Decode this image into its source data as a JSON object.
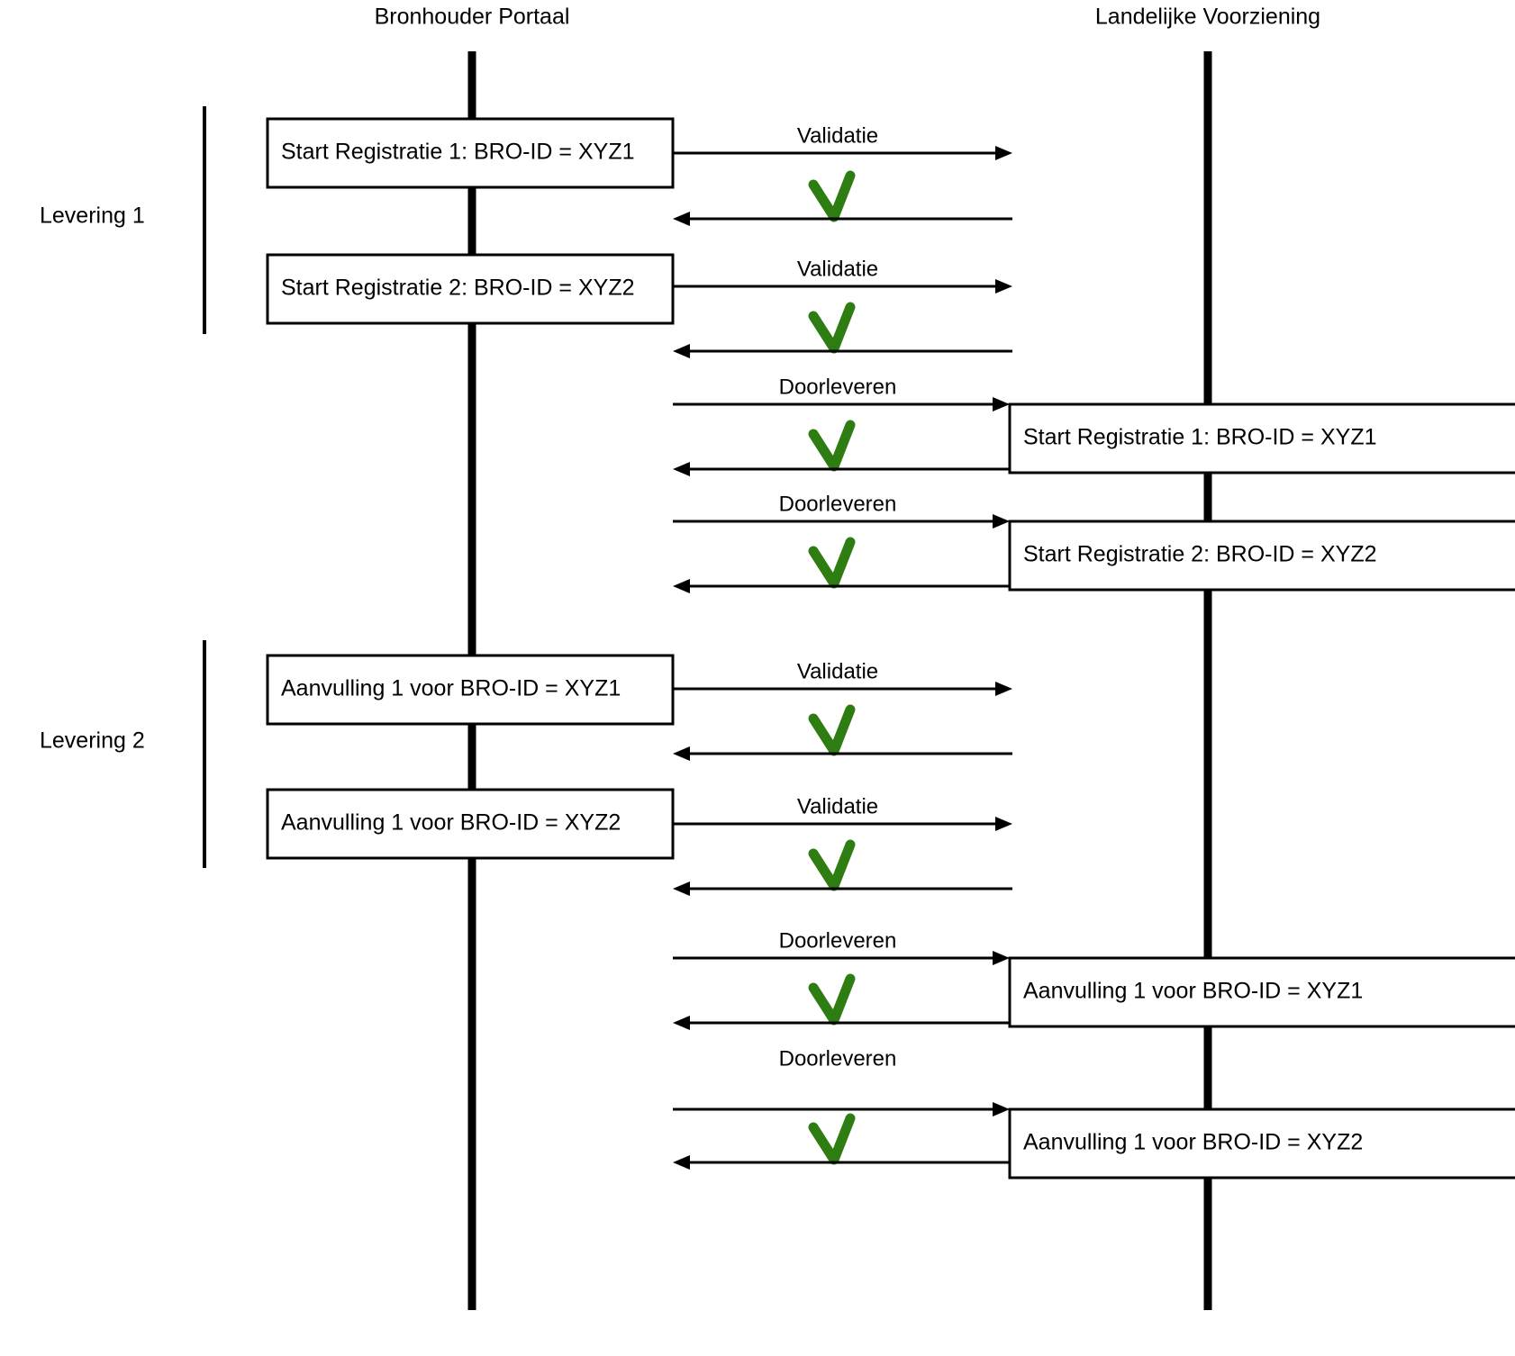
{
  "diagram": {
    "type": "sequence-diagram",
    "title_left": "Bronhouder Portaal",
    "title_right": "Landelijke Voorziening",
    "groups": [
      {
        "id": "levering-1",
        "label": "Levering 1"
      },
      {
        "id": "levering-2",
        "label": "Levering 2"
      }
    ],
    "left_boxes": [
      {
        "id": "lb1",
        "text": "Start Registratie 1: BRO-ID = XYZ1"
      },
      {
        "id": "lb2",
        "text": "Start Registratie 2: BRO-ID = XYZ2"
      },
      {
        "id": "lb3",
        "text": "Aanvulling 1 voor BRO-ID = XYZ1"
      },
      {
        "id": "lb4",
        "text": "Aanvulling 1 voor BRO-ID = XYZ2"
      }
    ],
    "right_boxes": [
      {
        "id": "rb1",
        "text": "Start Registratie 1: BRO-ID = XYZ1"
      },
      {
        "id": "rb2",
        "text": "Start Registratie 2: BRO-ID = XYZ2"
      },
      {
        "id": "rb3",
        "text": "Aanvulling 1 voor BRO-ID = XYZ1"
      },
      {
        "id": "rb4",
        "text": "Aanvulling 1 voor BRO-ID = XYZ2"
      }
    ],
    "messages": [
      {
        "id": "m1",
        "label": "Validatie",
        "direction": "right"
      },
      {
        "id": "m2",
        "label": "",
        "direction": "left"
      },
      {
        "id": "m3",
        "label": "Validatie",
        "direction": "right"
      },
      {
        "id": "m4",
        "label": "",
        "direction": "left"
      },
      {
        "id": "m5",
        "label": "Doorleveren",
        "direction": "right"
      },
      {
        "id": "m6",
        "label": "",
        "direction": "left"
      },
      {
        "id": "m7",
        "label": "Doorleveren",
        "direction": "right"
      },
      {
        "id": "m8",
        "label": "",
        "direction": "left"
      },
      {
        "id": "m9",
        "label": "Validatie",
        "direction": "right"
      },
      {
        "id": "m10",
        "label": "",
        "direction": "left"
      },
      {
        "id": "m11",
        "label": "Validatie",
        "direction": "right"
      },
      {
        "id": "m12",
        "label": "",
        "direction": "left"
      },
      {
        "id": "m13",
        "label": "Doorleveren",
        "direction": "right"
      },
      {
        "id": "m14",
        "label": "",
        "direction": "left"
      },
      {
        "id": "m15",
        "label": "Doorleveren",
        "direction": "right"
      },
      {
        "id": "m16",
        "label": "",
        "direction": "left"
      }
    ],
    "checkmarks": [
      {
        "id": "c1",
        "name": "success-check-icon"
      },
      {
        "id": "c2",
        "name": "success-check-icon"
      },
      {
        "id": "c3",
        "name": "success-check-icon"
      },
      {
        "id": "c4",
        "name": "success-check-icon"
      },
      {
        "id": "c5",
        "name": "success-check-icon"
      },
      {
        "id": "c6",
        "name": "success-check-icon"
      },
      {
        "id": "c7",
        "name": "success-check-icon"
      },
      {
        "id": "c8",
        "name": "success-check-icon"
      }
    ],
    "colors": {
      "check_green": "#2e7d12",
      "line_black": "#000000",
      "background": "#ffffff"
    }
  }
}
